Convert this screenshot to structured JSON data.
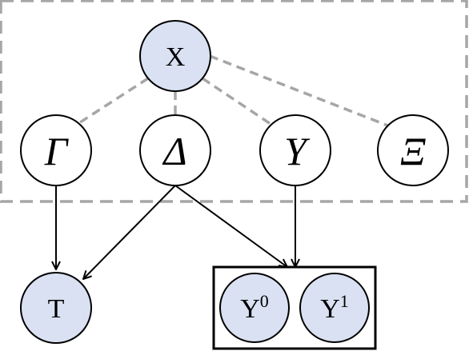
{
  "colors": {
    "filled_node": "#d9e1f2",
    "empty_node": "#ffffff",
    "stroke": "#000000",
    "dashed": "#a6a6a6"
  },
  "nodes": {
    "x": {
      "label": "X",
      "filled": true
    },
    "gamma": {
      "label": "Γ",
      "filled": false
    },
    "delta": {
      "label": "Δ",
      "filled": false
    },
    "upsilon": {
      "label": "Υ",
      "filled": false
    },
    "xi": {
      "label": "Ξ",
      "filled": false
    },
    "t": {
      "label": "T",
      "filled": true
    },
    "y0": {
      "label": "Y",
      "sup": "0",
      "filled": true
    },
    "y1": {
      "label": "Y",
      "sup": "1",
      "filled": true
    }
  }
}
